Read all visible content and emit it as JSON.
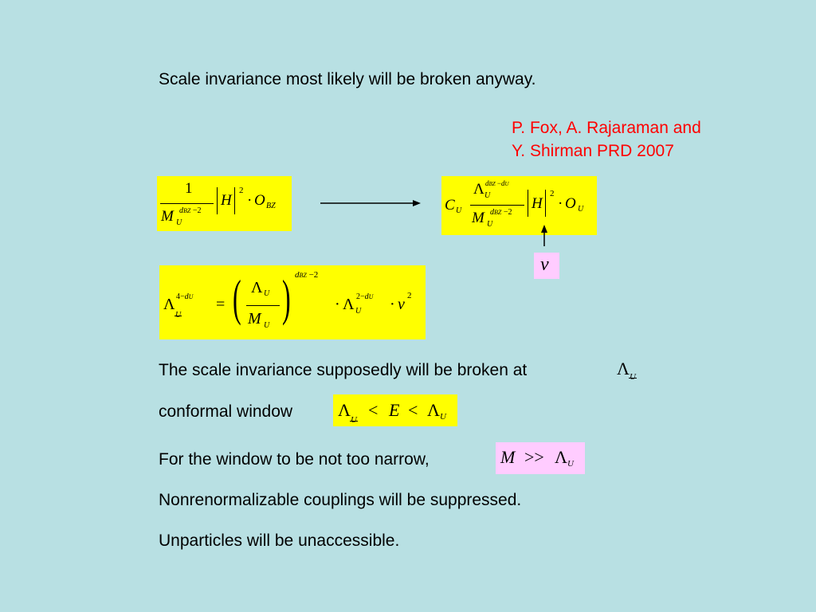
{
  "lines": {
    "line1": "Scale invariance most likely will be broken anyway.",
    "line2": "The scale invariance supposedly will be broken at",
    "line3": "conformal window",
    "line4": "For the window to be not too narrow,",
    "line5": "Nonrenormalizable couplings will be suppressed.",
    "line6": "Unparticles will be unaccessible."
  },
  "reference": {
    "line1": "P. Fox, A. Rajaraman and",
    "line2": "Y. Shirman PRD 2007",
    "color": "#ff0000"
  },
  "colors": {
    "background": "#b8e0e3",
    "box_yellow": "#ffff00",
    "box_pink": "#ffccff"
  }
}
